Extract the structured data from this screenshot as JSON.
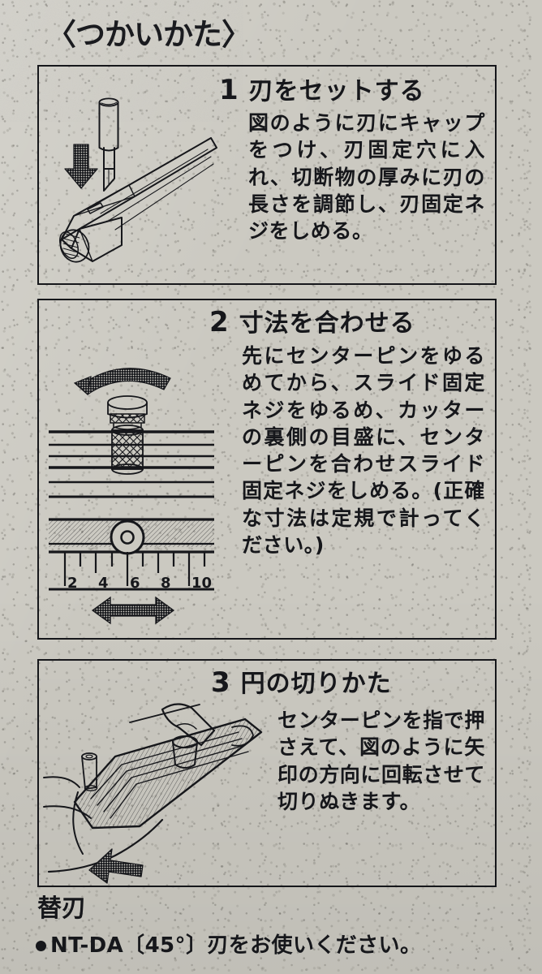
{
  "panel": {
    "title": "〈つかいかた〉",
    "background_color": "#c9c7bf",
    "ink_color": "#16171b"
  },
  "steps": [
    {
      "number": "1",
      "title": "刃をセットする",
      "body": "図のように刃にキャップをつけ、刃固定穴に入れ、切断物の厚みに刃の長さを調節し、刃固定ネジをしめる。",
      "illustration": "blade-cap-insert-diagram"
    },
    {
      "number": "2",
      "title": "寸法を合わせる",
      "body": "先にセンターピンをゆるめてから、スライド固定ネジをゆるめ、カッターの裏側の目盛に、センターピンを合わせスライド固定ネジをしめる。(正確な寸法は定規で計ってください。)",
      "illustration": "scale-adjust-diagram",
      "scale_ticks": [
        "2",
        "4",
        "6",
        "8",
        "10"
      ]
    },
    {
      "number": "3",
      "title": "円の切りかた",
      "body": "センターピンを指で押さえて、図のように矢印の方向に回転させて切りぬきます。",
      "illustration": "circle-cutting-diagram"
    }
  ],
  "footer": {
    "heading": "替刃",
    "note": "NT-DA〔45°〕刃をお使いください。"
  }
}
